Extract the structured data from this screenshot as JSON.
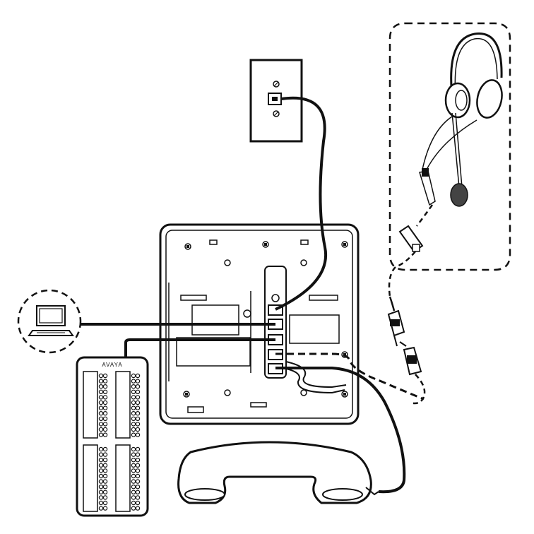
{
  "module": {
    "brand": "AVAYA",
    "columns": 4,
    "rows_per_group": 12
  },
  "colors": {
    "line": "#111111",
    "background": "#ffffff",
    "mic_fill": "#444444"
  },
  "icons": {
    "wall_jack": "wall-jack-icon",
    "computer": "computer-icon",
    "headset": "headset-icon",
    "handset": "handset-icon",
    "phone_base": "phone-base-icon",
    "button_module": "button-module-icon"
  }
}
